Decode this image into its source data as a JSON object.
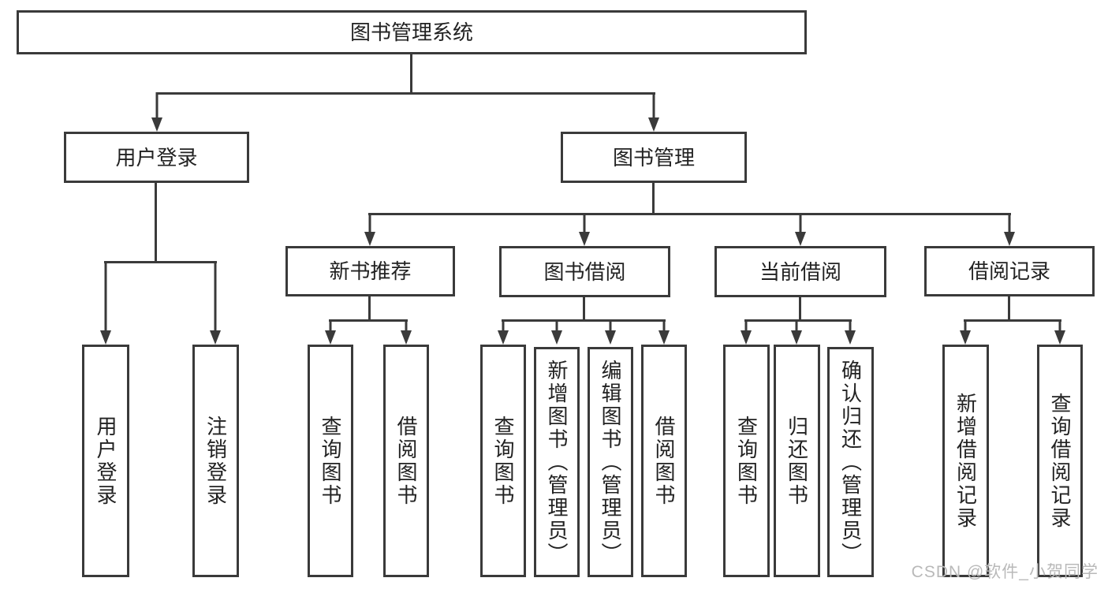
{
  "diagram": {
    "root": {
      "label": "图书管理系统"
    },
    "user_login": {
      "label": "用户登录",
      "children": [
        "用户登录",
        "注销登录"
      ]
    },
    "book_mgmt": {
      "label": "图书管理"
    },
    "new_book": {
      "label": "新书推荐",
      "children": [
        "查询图书",
        "借阅图书"
      ]
    },
    "book_borrow": {
      "label": "图书借阅",
      "children": [
        "查询图书",
        "新增图书（管理员）",
        "编辑图书（管理员）",
        "借阅图书"
      ]
    },
    "current_borrow": {
      "label": "当前借阅",
      "children": [
        "查询图书",
        "归还图书",
        "确认归还（管理员）"
      ]
    },
    "borrow_record": {
      "label": "借阅记录",
      "children": [
        "新增借阅记录",
        "查询借阅记录"
      ]
    }
  },
  "watermark": "CSDN @软件_小贺同学",
  "colors": {
    "line": "#3a3a3a",
    "text": "#222222",
    "watermark": "#b9b9b9",
    "background": "#ffffff"
  }
}
